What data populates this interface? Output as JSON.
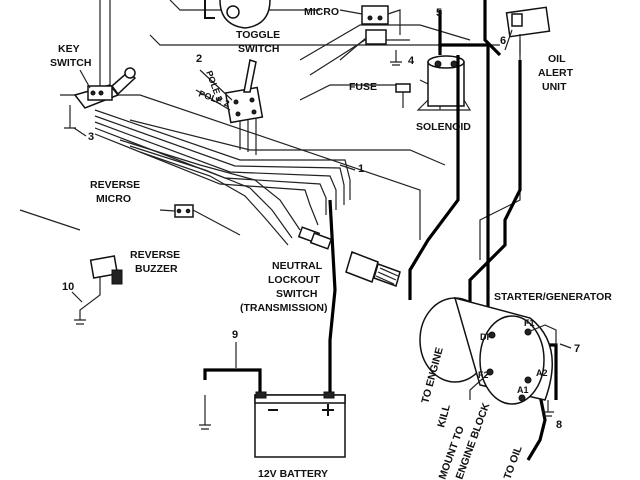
{
  "labels": {
    "micro_top": "MICRO",
    "key_switch_1": "KEY",
    "key_switch_2": "SWITCH",
    "toggle_switch_1": "TOGGLE",
    "toggle_switch_2": "SWITCH",
    "pole3": "POLE 3",
    "pole2": "POLE 2",
    "fuse": "FUSE",
    "solenoid": "SOLENOID",
    "oil_alert_1": "OIL",
    "oil_alert_2": "ALERT",
    "oil_alert_3": "UNIT",
    "reverse_micro_1": "REVERSE",
    "reverse_micro_2": "MICRO",
    "reverse_buzzer_1": "REVERSE",
    "reverse_buzzer_2": "BUZZER",
    "neutral_1": "NEUTRAL",
    "neutral_2": "LOCKOUT",
    "neutral_3": "SWITCH",
    "neutral_4": "(TRANSMISSION)",
    "starter_generator": "STARTER/GENERATOR",
    "engine_kill_1": "TO ENGINE",
    "engine_kill_2": "KILL",
    "mount_1": "MOUNT TO",
    "mount_2": "ENGINE BLOCK",
    "to_oil": "TO OIL",
    "battery": "12V BATTERY",
    "terminal_df": "DF",
    "terminal_f1": "F1",
    "terminal_f2": "F2",
    "terminal_a1": "A1",
    "terminal_a2": "A2"
  },
  "callouts": [
    "1",
    "2",
    "3",
    "4",
    "5",
    "6",
    "7",
    "8",
    "9",
    "10"
  ]
}
